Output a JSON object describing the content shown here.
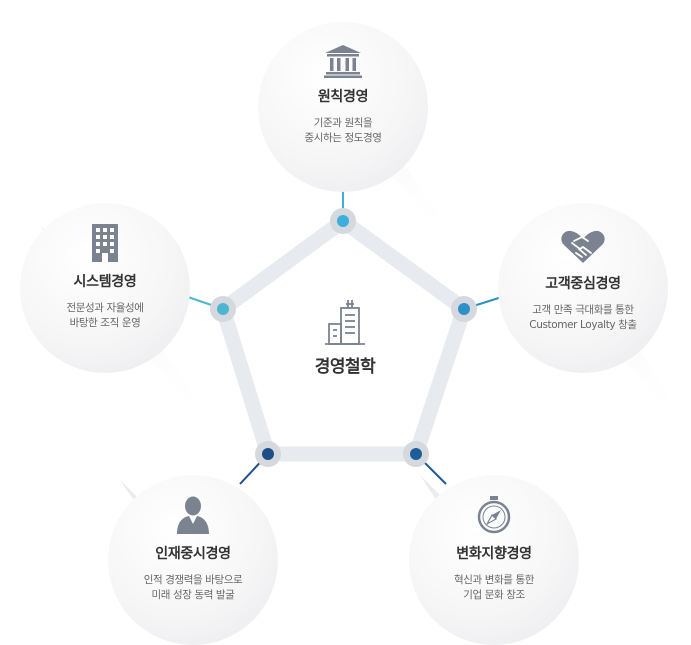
{
  "center": {
    "title": "경영철학"
  },
  "colors": {
    "node1": "#3eaedc",
    "node2": "#2f8fc8",
    "node3": "#1d5d99",
    "node4": "#1d4f86",
    "node5": "#4cb6d2",
    "pentagon": "#e7eaee",
    "icon": "#7b8391"
  },
  "nodes": [
    {
      "title": "원칙경영",
      "desc_line1": "기준과 원칙을",
      "desc_line2": "중시하는 정도경영",
      "icon": "bank-icon"
    },
    {
      "title": "고객중심경영",
      "desc_line1": "고객 만족 극대화를 통한",
      "desc_line2": "Customer Loyalty 창출",
      "icon": "handshake-heart-icon"
    },
    {
      "title": "변화지향경영",
      "desc_line1": "혁신과 변화를 통한",
      "desc_line2": "기업 문화 창조",
      "icon": "compass-icon"
    },
    {
      "title": "인재중시경영",
      "desc_line1": "인적 경쟁력을 바탕으로",
      "desc_line2": "미래 성장 동력 발굴",
      "icon": "person-icon"
    },
    {
      "title": "시스템경영",
      "desc_line1": "전문성과 자율성에",
      "desc_line2": "바탕한 조직 운영",
      "icon": "building-icon"
    }
  ]
}
